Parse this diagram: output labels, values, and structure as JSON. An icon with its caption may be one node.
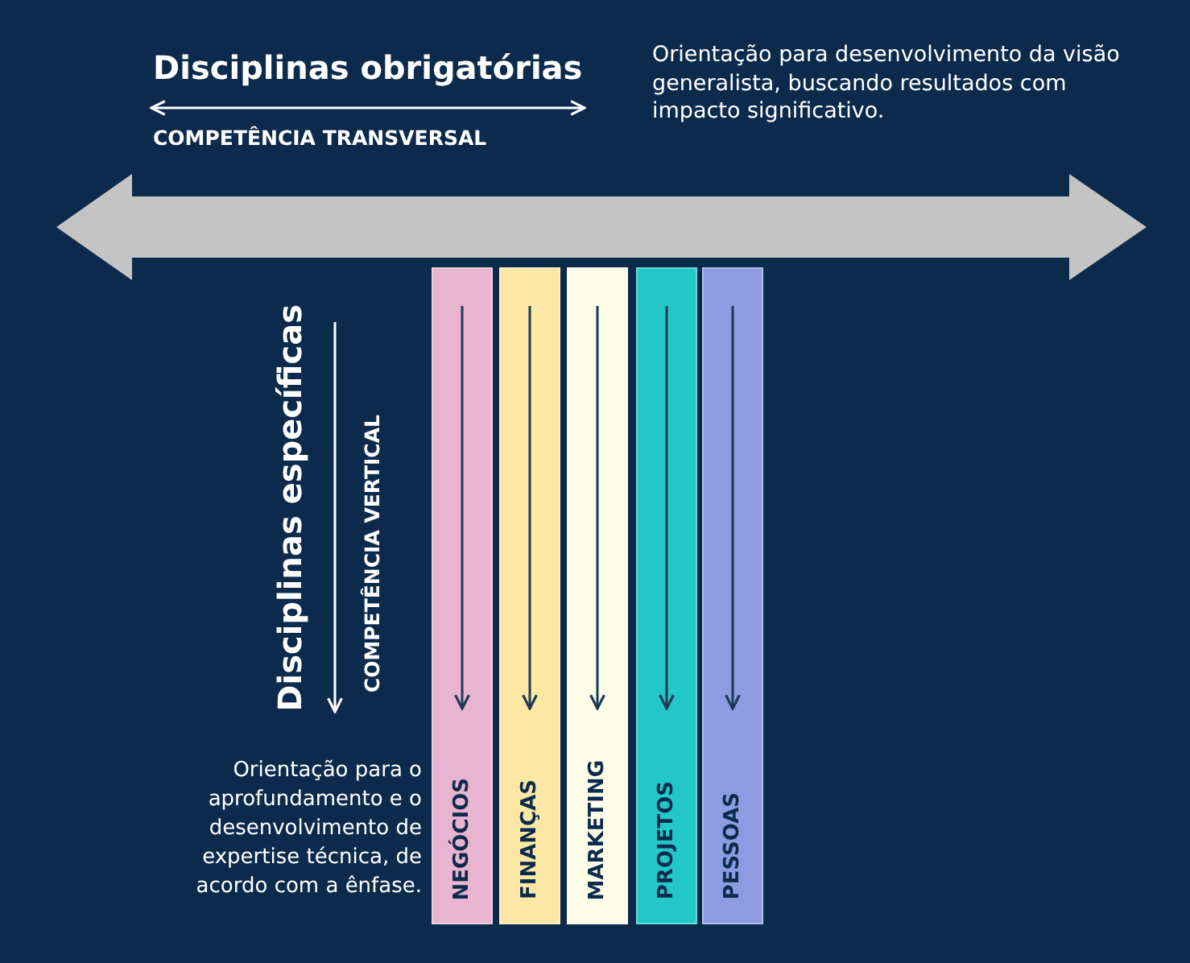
{
  "diagram": {
    "nodes": [
      {
        "text": [
          "NEGÓCIOS"
        ]
      },
      {
        "text": [
          "FINANÇAS"
        ]
      },
      {
        "text": [
          "MARKETING"
        ]
      },
      {
        "text": [
          "PROJETOS"
        ]
      },
      {
        "text": [
          "PESSOAS"
        ]
      }
    ],
    "labels": [
      "Disciplinas obrigatórias",
      "COMPETÊNCIA TRANSVERSAL",
      "Orientação para desenvolvimento da visão generalista, buscando resultados com impacto significativo.",
      "Disciplinas específicas",
      "COMPETÊNCIA VERTICAL",
      "Orientação para o aprofundamento e o desenvolvimento de expertise técnica, de acordo com a ênfase."
    ]
  }
}
